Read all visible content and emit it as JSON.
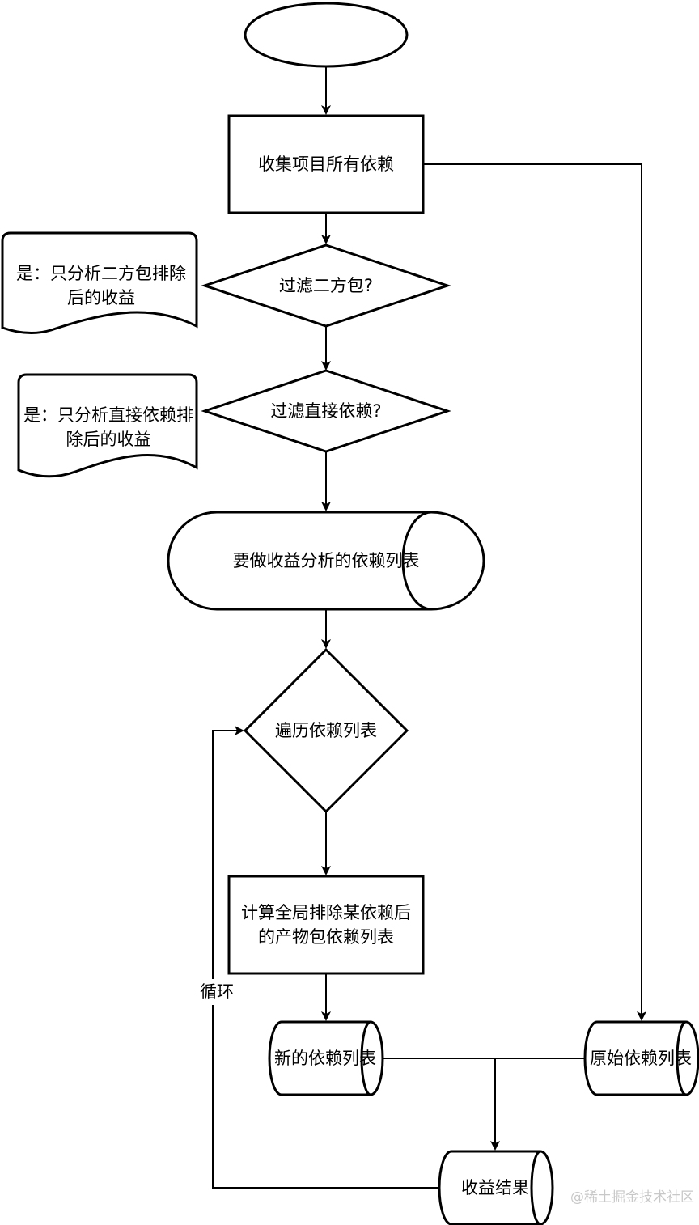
{
  "nodes": {
    "start": "",
    "collect": "收集项目所有依赖",
    "filter_second_party": "过滤二方包?",
    "filter_direct": "过滤直接依赖?",
    "analysis_list": "要做收益分析的依赖列表",
    "iterate": "遍历依赖列表",
    "compute": "计算全局排除某依赖后的产物包依赖列表",
    "new_list": "新的依赖列表",
    "original_list": "原始依赖列表",
    "result": "收益结果"
  },
  "notes": {
    "second_party": "是：只分析二方包排除后的收益",
    "direct": "是：只分析直接依赖排除后的收益"
  },
  "edges": {
    "loop": "循环"
  },
  "watermark": "@稀土掘金技术社区"
}
